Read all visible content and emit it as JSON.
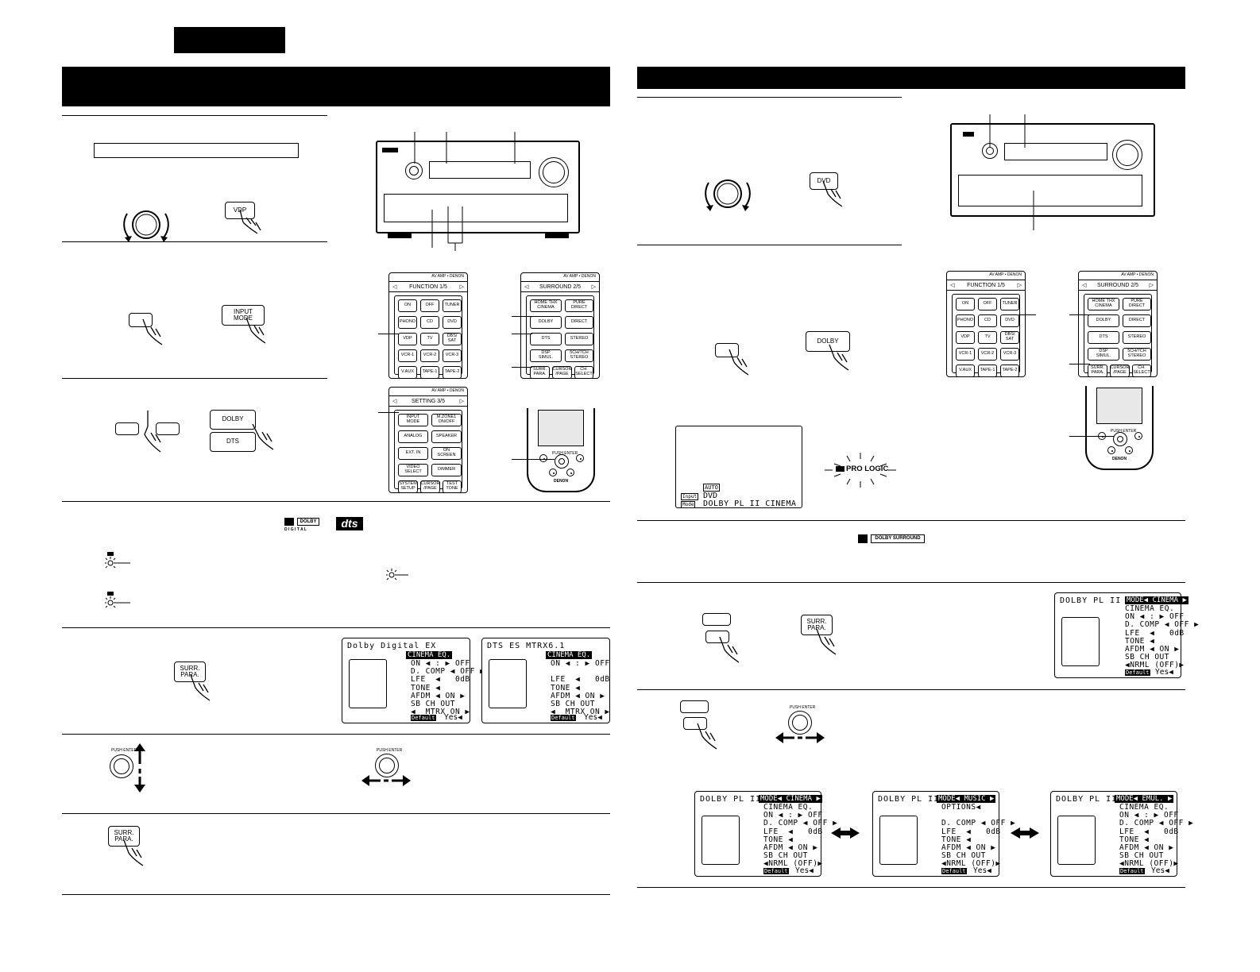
{
  "receiver_buttons": {
    "vdp": "VDP",
    "input_mode": "INPUT\nMODE",
    "dolby": "DOLBY",
    "dts": "DTS",
    "surr_para": "SURR.\nPARA.",
    "dvd": "DVD"
  },
  "remote_brand": "AV AMP • DENON",
  "remote_function": {
    "title": "FUNCTION 1/5",
    "buttons": [
      "ON",
      "OFF",
      "TUNER",
      "PHONO",
      "CD",
      "DVD",
      "VDP",
      "TV",
      "DBS/\nSAT",
      "VCR-1",
      "VCR-2",
      "VCR-3",
      "V.AUX",
      "TAPE-1",
      "TAPE-2"
    ]
  },
  "remote_surround": {
    "title": "SURROUND 2/5",
    "buttons": [
      "HOME THX\nCINEMA",
      "PURE\nDIRECT",
      "DOLBY",
      "DIRECT",
      "DTS",
      "STEREO",
      "DSP\nSIMUL.",
      "5CH/7CH\nSTEREO",
      "SURR.\nPARA.",
      "CURSOR\n/PAGE",
      "CH.\nSELECT"
    ]
  },
  "remote_setting": {
    "title": "SETTING 3/5",
    "buttons": [
      "INPUT\nMODE",
      "M.ZONE1\nON/OFF",
      "ANALOG",
      "SPEAKER",
      "EXT. IN",
      "ON\nSCREEN",
      "VIDEO\nSELECT",
      "DIMMER",
      "SYSTEM\nSETUP",
      "CURSOR\n/PAGE",
      "TEST\nTONE"
    ]
  },
  "handheld": {
    "push_enter": "PUSH ENTER",
    "brand": "DENON"
  },
  "logos": {
    "dolby_digital_top": "DOLBY",
    "dolby_digital_bottom": "D I G I T A L",
    "dts": "dts",
    "dolby_surround": "DOLBY SURROUND",
    "pro_logic": "PRO LOGIC"
  },
  "push_enter_label": "PUSH ENTER",
  "display_panel": {
    "auto": "AUTO",
    "input_label": "Input",
    "input_value": "DVD",
    "mode_label": "Mode",
    "mode_value": "DOLBY PL II CINEMA"
  },
  "osd_dolby_ex": {
    "title": "Dolby Digital EX",
    "mode": "CINEMA EQ.",
    "items": "ON ◀ : ▶ OFF\nD. COMP ◀ OFF ▶\nLFE  ◀   0dB\nTONE ◀\nAFDM ◀ ON ▶\nSB CH OUT\n◀  MTRX ON ▶",
    "default": "Default",
    "yes": "Yes◀"
  },
  "osd_dts_es": {
    "title": "DTS ES MTRX6.1",
    "mode": "CINEMA EQ.",
    "items": "ON ◀ : ▶ OFF\n\nLFE  ◀   0dB\nTONE ◀\nAFDM ◀ ON ▶\nSB CH OUT\n◀  MTRX ON ▶",
    "default": "Default",
    "yes": "Yes◀"
  },
  "osd_pl2_cinema_top": {
    "title": "DOLBY PL II",
    "mode": "MODE◀ CINEMA ▶",
    "items": "CINEMA EQ.\nON ◀ : ▶ OFF\nD. COMP ◀ OFF ▶\nLFE  ◀   0dB\nTONE ◀\nAFDM ◀ ON ▶\nSB CH OUT\n◀NRML (OFF)▶",
    "default": "Default",
    "yes": "Yes◀"
  },
  "osd_pl2_cinema": {
    "title": "DOLBY PL II",
    "mode": "MODE◀ CINEMA ▶",
    "items": "CINEMA EQ.\nON ◀ : ▶ OFF\nD. COMP ◀ OFF ▶\nLFE  ◀   0dB\nTONE ◀\nAFDM ◀ ON ▶\nSB CH OUT\n◀NRML (OFF)▶",
    "default": "Default",
    "yes": "Yes◀"
  },
  "osd_pl2_music": {
    "title": "DOLBY PL II",
    "mode": "MODE◀ MUSIC ▶",
    "items": "OPTIONS◀\n\nD. COMP ◀ OFF ▶\nLFE  ◀   0dB\nTONE ◀\nAFDM ◀ ON ▶\nSB CH OUT\n◀NRML (OFF)▶",
    "default": "Default",
    "yes": "Yes◀"
  },
  "osd_pl2_emul": {
    "title": "DOLBY PL II",
    "mode": "MODE◀ EMUL. ▶",
    "items": "CINEMA EQ.\nON ◀ : ▶ OFF\nD. COMP ◀ OFF ▶\nLFE  ◀   0dB\nTONE ◀\nAFDM ◀ ON ▶\nSB CH OUT\n◀NRML (OFF)▶",
    "default": "Default",
    "yes": "Yes◀"
  }
}
